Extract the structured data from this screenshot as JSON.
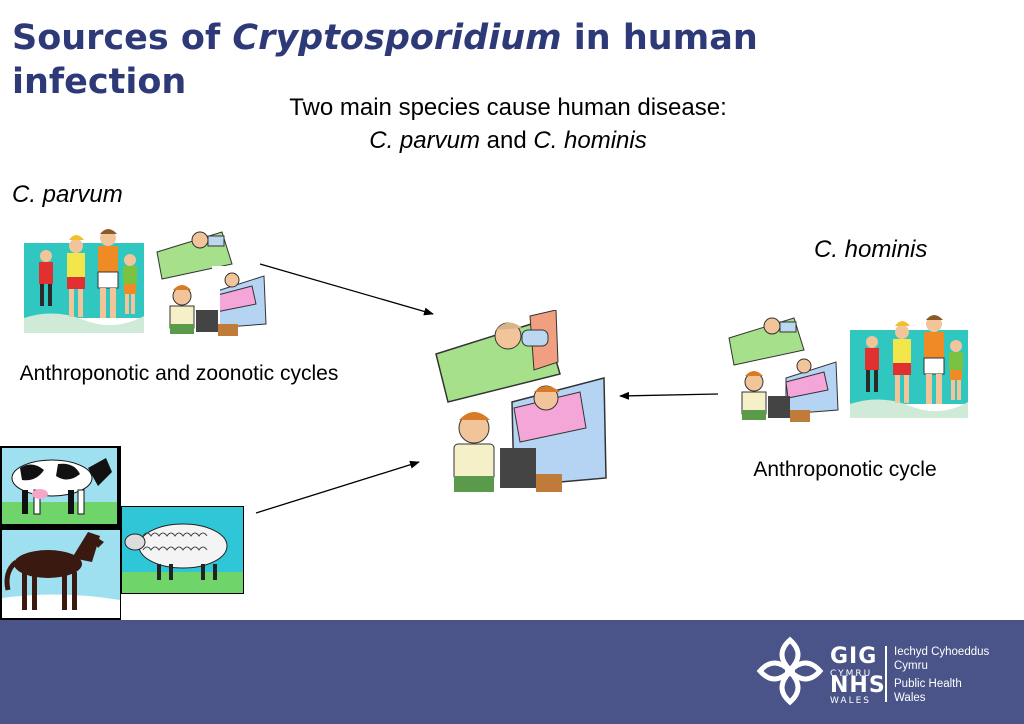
{
  "title": {
    "prefix": "Sources of ",
    "italic": "Cryptosporidium",
    "suffix": " in human infection"
  },
  "intro": {
    "line1": "Two main species cause human disease:",
    "species1": "C.  parvum",
    "and": " and ",
    "species2": "C. hominis"
  },
  "left": {
    "label": "C. parvum",
    "caption": "Anthroponotic and zoonotic cycles"
  },
  "right": {
    "label": "C. hominis",
    "caption": "Anthroponotic cycle"
  },
  "footer": {
    "gig": "GIG",
    "cymru": "CYMRU",
    "nhs": "NHS",
    "wales": "WALES",
    "welsh_line1": "Iechyd Cyhoeddus",
    "welsh_line2": "Cymru",
    "english_line1": "Public Health",
    "english_line2": "Wales"
  },
  "colors": {
    "title": "#2e3a78",
    "footer": "#4a5488"
  },
  "icons": [
    "family-walking-icon",
    "sick-people-icon",
    "cow-icon",
    "horse-icon",
    "sheep-icon",
    "arrow-icon",
    "nhs-wales-logo-icon"
  ]
}
